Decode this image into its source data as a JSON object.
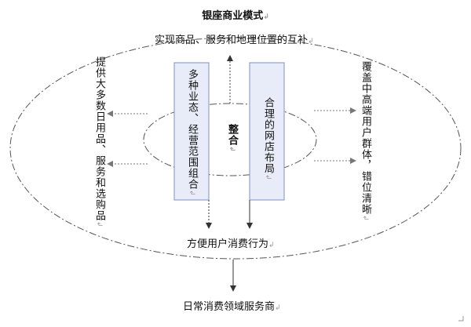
{
  "diagram": {
    "title": "银座商业模式",
    "top_goal": "实现商品、服务和地理位置的互补",
    "center_label": "整合",
    "left_box": "多种业态、经营范围组合",
    "right_box": "合理的网店布局",
    "left_outer": "提供大多数日用品、服务和选购品",
    "right_outer": "覆盖中高端用户群体，错位清晰",
    "bottom_inner": "方便用户消费行为",
    "bottom_outer": "日常消费领域服务商",
    "paragraph_mark": "↲"
  },
  "colors": {
    "box_fill": "#e8ecf8",
    "box_stroke": "#7f8fc4",
    "line": "#444444"
  }
}
